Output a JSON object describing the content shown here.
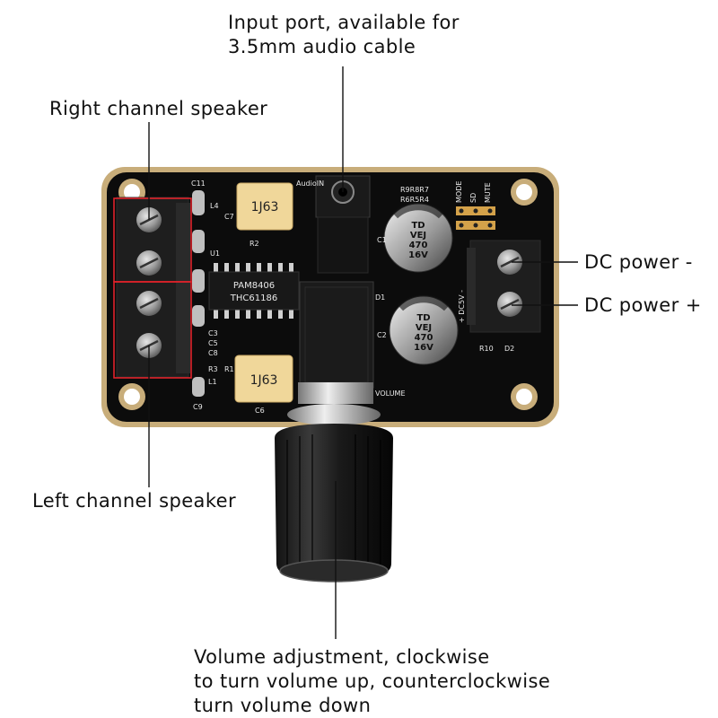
{
  "callouts": {
    "input_port": {
      "lines": [
        "Input port, available for",
        "3.5mm audio cable"
      ]
    },
    "right_channel": {
      "text": "Right channel speaker"
    },
    "left_channel": {
      "text": "Left channel speaker"
    },
    "dc_power_minus": {
      "text": "DC power -"
    },
    "dc_power_plus": {
      "text": "DC power +"
    },
    "volume_adjustment": {
      "lines": [
        "Volume adjustment, clockwise",
        "to turn volume up, counterclockwise",
        "turn volume down"
      ]
    }
  },
  "board_silkscreen": {
    "ic_line1": "PAM8406",
    "ic_line2": "THC61186",
    "cap_top": "1J63",
    "cap_bottom": "1J63",
    "elco_top": [
      "TD",
      "VEJ",
      "470",
      "16V"
    ],
    "elco_bottom": [
      "TD",
      "VEJ",
      "470",
      "16V"
    ],
    "labels": {
      "c11": "C11",
      "c7": "C7",
      "c6": "C6",
      "c9": "C9",
      "c3": "C3",
      "c5": "C5",
      "c8": "C8",
      "r2": "R2",
      "r1": "R1",
      "r3": "R3",
      "r10": "R10",
      "l4": "L4",
      "l1": "L1",
      "u1": "U1",
      "d1": "D1",
      "d2": "D2",
      "c1": "C1",
      "c2": "C2",
      "mode": "MODE",
      "sd": "SD",
      "mute": "MUTE",
      "volume": "VOLUME",
      "audio_in": "AudioIN",
      "dc5v": "+ DC5V -",
      "r9r8r7": "R9R8R7",
      "r6r5r4": "R6R5R4"
    }
  },
  "colors": {
    "board": "#0c0c0c",
    "board_edge": "#c8ad7a",
    "terminal": "#1e1e1e",
    "highlight": "#e0222a",
    "leader": "#111111",
    "silkscreen": "#e8e8e8"
  }
}
